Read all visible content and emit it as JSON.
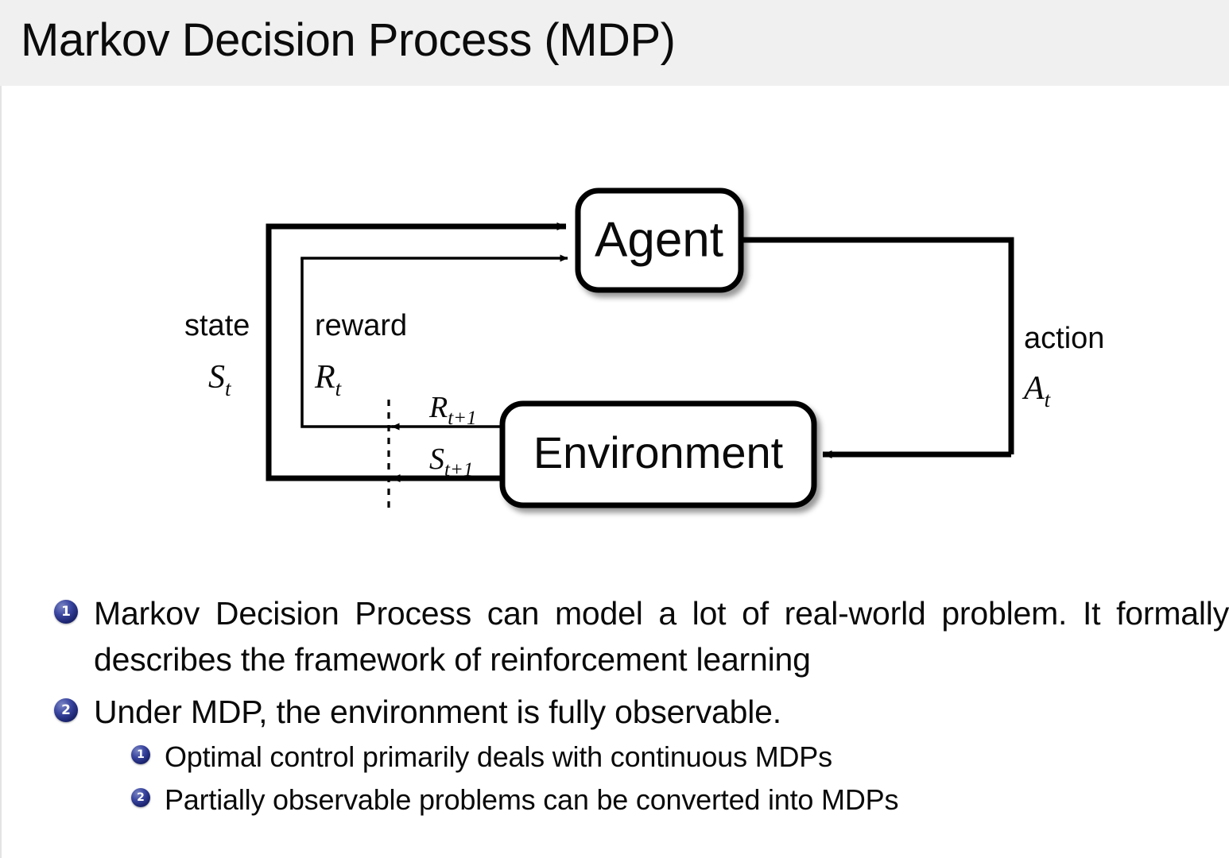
{
  "header": {
    "title": "Markov Decision Process (MDP)",
    "background_color": "#f0f0f0"
  },
  "diagram": {
    "name": "agent-environment-interaction-loop",
    "nodes": [
      {
        "id": "agent",
        "label": "Agent"
      },
      {
        "id": "environment",
        "label": "Environment"
      }
    ],
    "edge_labels": {
      "state_word": "state",
      "state_symbol": "S",
      "state_subscript": "t",
      "reward_word": "reward",
      "reward_symbol": "R",
      "reward_subscript": "t",
      "action_word": "action",
      "action_symbol": "A",
      "action_subscript": "t",
      "next_reward_symbol": "R",
      "next_reward_subscript": "t+1",
      "next_state_symbol": "S",
      "next_state_subscript": "t+1"
    },
    "stroke_color": "#000000"
  },
  "bullets": {
    "accent_color": "#1c2570",
    "items": [
      {
        "number": "1",
        "text": "Markov Decision Process can model a lot of real-world problem. It formally describes the framework of reinforcement learning",
        "children": []
      },
      {
        "number": "2",
        "text": "Under MDP, the environment is fully observable.",
        "children": [
          {
            "number": "1",
            "text": "Optimal control primarily deals with continuous MDPs"
          },
          {
            "number": "2",
            "text": "Partially observable problems can be converted into MDPs"
          }
        ]
      }
    ]
  }
}
